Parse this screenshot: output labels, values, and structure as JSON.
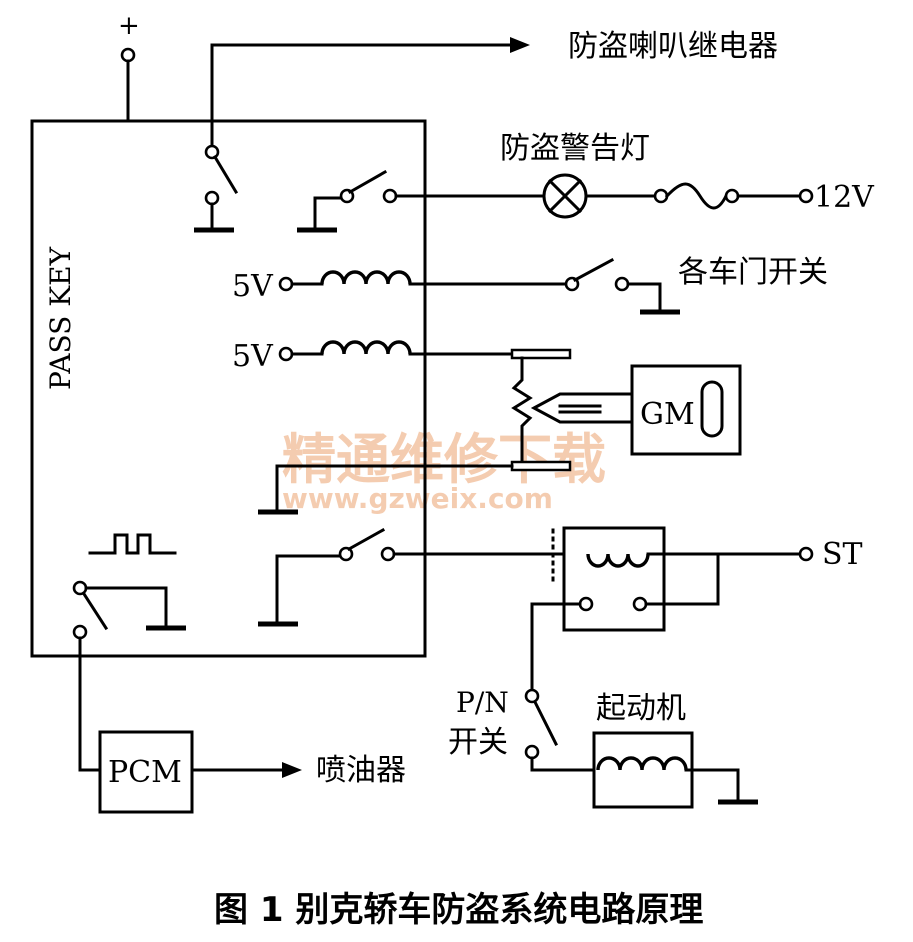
{
  "labels": {
    "plus": "+",
    "pass_key": "PASS KEY",
    "horn_relay": "防盗喇叭继电器",
    "warning_lamp": "防盗警告灯",
    "v12": "12V",
    "v5_top": "5V",
    "v5_bottom": "5V",
    "door_switches": "各车门开关",
    "gm": "GM",
    "st": "ST",
    "pn_top": "P/N",
    "pn_bottom": "开关",
    "starter": "起动机",
    "pcm": "PCM",
    "injector": "喷油器",
    "caption": "图 1 别克轿车防盗系统电路原理",
    "watermark_cn": "精通维修下载",
    "watermark_url": "www.gzweix.com"
  }
}
